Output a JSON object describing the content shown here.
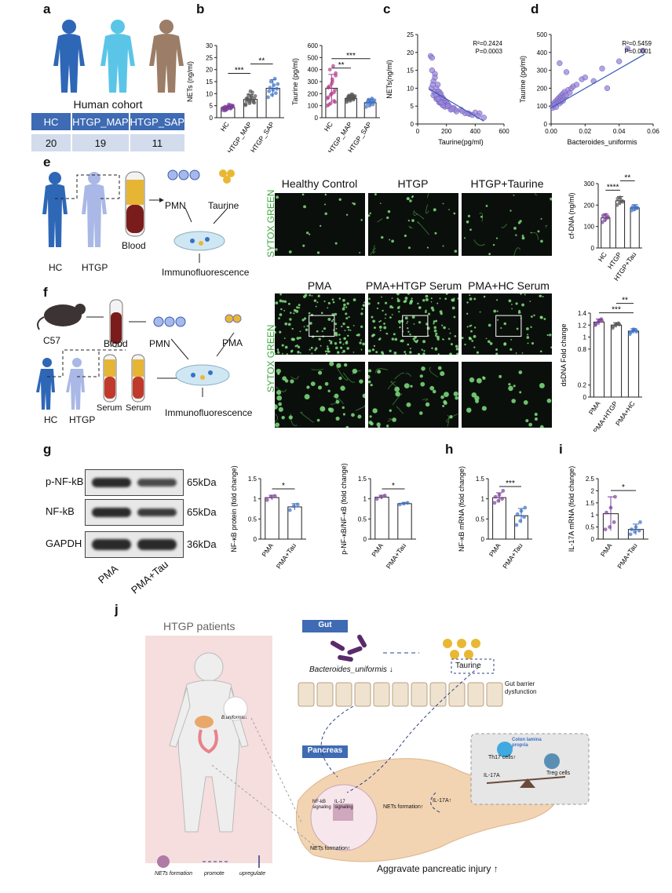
{
  "panels": {
    "a": "a",
    "b": "b",
    "c": "c",
    "d": "d",
    "e": "e",
    "f": "f",
    "g": "g",
    "h": "h",
    "i": "i",
    "j": "j"
  },
  "panel_a": {
    "cohort_title": "Human cohort",
    "headers": [
      "HC",
      "HTGP_MAP",
      "HTGP_SAP"
    ],
    "counts": [
      "20",
      "19",
      "11"
    ],
    "colors": {
      "hc": "#2f67b7",
      "map": "#5bc5e8",
      "sap": "#9c7d67"
    }
  },
  "panel_e": {
    "labels": {
      "pmn": "PMN",
      "taurine": "Taurine",
      "blood": "Blood",
      "hc": "HC",
      "htgp": "HTGP",
      "if": "Immunofluorescence"
    },
    "titles": [
      "Healthy Control",
      "HTGP",
      "HTGP+Taurine"
    ],
    "stain": "SYTOX GREEN"
  },
  "panel_f": {
    "labels": {
      "c57": "C57",
      "blood": "Blood",
      "pmn": "PMN",
      "pma": "PMA",
      "serum1": "Serum",
      "serum2": "Serum",
      "hc": "HC",
      "htgp": "HTGP",
      "if": "Immunofluorescence"
    },
    "titles": [
      "PMA",
      "PMA+HTGP Serum",
      "PMA+HC Serum"
    ],
    "stain": "SYTOX GREEN"
  },
  "panel_g": {
    "rows": [
      "p-NF-kB",
      "NF-kB",
      "GAPDH"
    ],
    "kda": [
      "65kDa",
      "65kDa",
      "36kDa"
    ],
    "lanes": [
      "PMA",
      "PMA+Tau"
    ]
  },
  "panel_j": {
    "title": "HTGP patients",
    "gut": "Gut",
    "pancreas": "Pancreas",
    "bacteria": "Bacteroides_uniformis ↓",
    "taurine": "Taurine",
    "barrier": "Gut barrier dysfunction",
    "bunif": "B.uniformis↓",
    "colon": "Colon lamina propria",
    "th17": "Th17 cells↑",
    "treg": "Treg cells",
    "il17a": "IL-17A",
    "il17a2": "IL-17A↑",
    "nfkb": "NF-kB signaling",
    "il17sig": "IL-17 signaling",
    "nets1": "NETs formation↑",
    "nets2": "NETs formation↑",
    "legend": [
      "NETs formation",
      "promote",
      "upregulate"
    ],
    "aggravate": "Aggravate pancreatic injury ↑"
  },
  "chart_data": [
    {
      "id": "b1",
      "type": "bar",
      "categories": [
        "HC",
        "HTGP_MAP",
        "HTGP_SAP"
      ],
      "values": [
        4.2,
        7.6,
        12.2
      ],
      "errors": [
        0.6,
        2.0,
        3.6
      ],
      "ylabel": "NETs (ng/ml)",
      "ylim": [
        0,
        30
      ],
      "yticks": [
        0,
        5,
        10,
        15,
        20,
        25,
        30
      ],
      "sig": [
        {
          "a": 0,
          "b": 1,
          "label": "***"
        },
        {
          "a": 1,
          "b": 2,
          "label": "**"
        }
      ],
      "colors": [
        "#7a3d9a",
        "#555555",
        "#3a6fc4"
      ],
      "points": [
        [
          3.1,
          3.5,
          3.8,
          4.0,
          4.2,
          4.4,
          4.6,
          4.8,
          5.0,
          3.3,
          3.9,
          4.1,
          4.5,
          5.2,
          3.6,
          4.3,
          4.7,
          3.0,
          5.5,
          4.9
        ],
        [
          5.2,
          6.0,
          6.5,
          7.0,
          7.4,
          7.8,
          8.2,
          8.6,
          9.0,
          9.5,
          10.5,
          5.6,
          6.8,
          7.2,
          8.0,
          11.0,
          6.2,
          7.6,
          8.8
        ],
        [
          8.5,
          9.5,
          10.2,
          11.0,
          11.5,
          12.0,
          12.5,
          13.5,
          14.0,
          15.0,
          16.2
        ]
      ]
    },
    {
      "id": "b2",
      "type": "bar",
      "categories": [
        "HC",
        "HTGP_MAP",
        "HTGP_SAP"
      ],
      "values": [
        245,
        160,
        125
      ],
      "errors": [
        115,
        25,
        30
      ],
      "ylabel": "Taurine  (pg/ml)",
      "ylim": [
        0,
        600
      ],
      "yticks": [
        0,
        100,
        200,
        300,
        400,
        500,
        600
      ],
      "sig": [
        {
          "a": 0,
          "b": 1,
          "label": "**"
        },
        {
          "a": 0,
          "b": 2,
          "label": "***"
        }
      ],
      "colors": [
        "#b23a8a",
        "#555555",
        "#3a6fc4"
      ],
      "points": [
        [
          100,
          120,
          140,
          170,
          200,
          230,
          260,
          300,
          350,
          400,
          430,
          160,
          190,
          210,
          250,
          280,
          130,
          110,
          320,
          370
        ],
        [
          130,
          140,
          150,
          155,
          160,
          165,
          170,
          175,
          180,
          185,
          190,
          145,
          150,
          158,
          162,
          168,
          172,
          178,
          195
        ],
        [
          90,
          100,
          110,
          120,
          125,
          130,
          135,
          140,
          145,
          150,
          160
        ]
      ]
    },
    {
      "id": "c",
      "type": "scatter",
      "xlabel": "Taurine(pg/ml)",
      "ylabel": "NETs(ng/ml)",
      "xlim": [
        0,
        600
      ],
      "ylim": [
        0,
        25
      ],
      "xticks": [
        0,
        200,
        400,
        600
      ],
      "yticks": [
        0,
        5,
        10,
        15,
        20,
        25
      ],
      "annotation": [
        "R²=0.2424",
        "P=0.0003"
      ],
      "fit": [
        [
          80,
          9.8
        ],
        [
          460,
          0.8
        ]
      ],
      "x": [
        90,
        100,
        110,
        120,
        130,
        140,
        150,
        160,
        170,
        180,
        190,
        200,
        210,
        220,
        100,
        120,
        140,
        160,
        180,
        200,
        230,
        250,
        270,
        300,
        330,
        360,
        400,
        430,
        110,
        130,
        150,
        170,
        190,
        95,
        115,
        135,
        155,
        175,
        105,
        125,
        145,
        165,
        260,
        310,
        350,
        380,
        420,
        460,
        210,
        240
      ],
      "y": [
        19,
        18.5,
        12,
        14,
        10,
        11,
        9,
        8,
        7.5,
        7,
        6.5,
        6,
        5.5,
        5,
        15,
        13,
        9,
        8.5,
        6,
        5,
        4,
        4.5,
        3.5,
        4,
        3,
        2.8,
        3.2,
        3,
        8,
        7,
        6,
        5.5,
        4.8,
        10,
        9,
        7.2,
        6.2,
        5.2,
        11,
        8.2,
        7,
        6,
        4,
        3.6,
        3,
        2.5,
        2.2,
        1.8,
        5,
        4.2
      ]
    },
    {
      "id": "d",
      "type": "scatter",
      "xlabel": "Bacteroides_uniformis",
      "ylabel": "Taurine  (pg/ml)",
      "xlim": [
        0,
        0.06
      ],
      "ylim": [
        0,
        500
      ],
      "xticks": [
        0.0,
        0.02,
        0.04,
        0.06
      ],
      "yticks": [
        0,
        100,
        200,
        300,
        400,
        500
      ],
      "annotation": [
        "R²=0.5459",
        "P=0.0001"
      ],
      "fit": [
        [
          0.0,
          90
        ],
        [
          0.055,
          390
        ]
      ],
      "x": [
        0.001,
        0.002,
        0.002,
        0.003,
        0.003,
        0.004,
        0.004,
        0.005,
        0.005,
        0.006,
        0.006,
        0.007,
        0.007,
        0.008,
        0.008,
        0.009,
        0.01,
        0.011,
        0.012,
        0.013,
        0.001,
        0.002,
        0.003,
        0.005,
        0.006,
        0.007,
        0.015,
        0.018,
        0.02,
        0.025,
        0.03,
        0.033,
        0.04,
        0.045,
        0.054,
        0.005,
        0.009
      ],
      "y": [
        100,
        110,
        120,
        115,
        130,
        125,
        140,
        135,
        150,
        145,
        160,
        150,
        170,
        155,
        180,
        160,
        190,
        175,
        200,
        210,
        90,
        105,
        95,
        115,
        125,
        130,
        220,
        250,
        260,
        240,
        310,
        200,
        350,
        420,
        410,
        340,
        290
      ]
    },
    {
      "id": "e",
      "type": "bar",
      "categories": [
        "HC",
        "HTGP",
        "HTGP+Tau"
      ],
      "values": [
        140,
        220,
        187
      ],
      "errors": [
        18,
        20,
        15
      ],
      "ylabel": "cf-DNA (ng/ml)",
      "ylim": [
        0,
        300
      ],
      "yticks": [
        0,
        100,
        200,
        300
      ],
      "sig": [
        {
          "a": 0,
          "b": 1,
          "label": "****"
        },
        {
          "a": 1,
          "b": 2,
          "label": "**"
        }
      ],
      "colors": [
        "#7a3d9a",
        "#555555",
        "#3a6fc4"
      ],
      "points": [
        [
          120,
          130,
          140,
          150,
          155,
          145
        ],
        [
          200,
          210,
          220,
          230,
          235,
          215
        ],
        [
          175,
          180,
          185,
          190,
          195,
          188
        ]
      ]
    },
    {
      "id": "f",
      "type": "bar",
      "categories": [
        "PMA",
        "PMA+HTGP",
        "PMA+HC"
      ],
      "values": [
        1.25,
        1.2,
        1.1
      ],
      "errors": [
        0.05,
        0.04,
        0.04
      ],
      "ylabel": "dsDNA Fold change",
      "ylim": [
        0,
        1.4
      ],
      "yticks": [
        0.0,
        0.2,
        0.8,
        1.0,
        1.2,
        1.4
      ],
      "sig": [
        {
          "a": 0,
          "b": 2,
          "label": "***"
        },
        {
          "a": 1,
          "b": 2,
          "label": "**"
        }
      ],
      "colors": [
        "#7a3d9a",
        "#555555",
        "#3a6fc4"
      ],
      "points": [
        [
          1.2,
          1.25,
          1.3,
          1.22,
          1.28,
          1.27
        ],
        [
          1.15,
          1.2,
          1.23,
          1.18,
          1.22,
          1.21
        ],
        [
          1.05,
          1.1,
          1.12,
          1.08,
          1.13,
          1.09
        ]
      ]
    },
    {
      "id": "g1",
      "type": "bar",
      "categories": [
        "PMA",
        "PMA+Tau"
      ],
      "values": [
        1.03,
        0.8
      ],
      "errors": [
        0.06,
        0.08
      ],
      "ylabel": "NF-κB protein (fold change)",
      "ylim": [
        0,
        1.5
      ],
      "yticks": [
        0.0,
        0.5,
        1.0,
        1.5
      ],
      "sig": [
        {
          "a": 0,
          "b": 1,
          "label": "*"
        }
      ],
      "colors": [
        "#7a3d9a",
        "#3a6fc4"
      ],
      "points": [
        [
          0.97,
          1.05,
          1.07
        ],
        [
          0.72,
          0.82,
          0.86
        ]
      ]
    },
    {
      "id": "g2",
      "type": "bar",
      "categories": [
        "PMA",
        "PMA+Tau"
      ],
      "values": [
        1.04,
        0.88
      ],
      "errors": [
        0.05,
        0.03
      ],
      "ylabel": "p-NF-κB/NF-κB (fold change)",
      "ylim": [
        0,
        1.5
      ],
      "yticks": [
        0.0,
        0.5,
        1.0,
        1.5
      ],
      "sig": [
        {
          "a": 0,
          "b": 1,
          "label": "*"
        }
      ],
      "colors": [
        "#7a3d9a",
        "#3a6fc4"
      ],
      "points": [
        [
          1.0,
          1.05,
          1.08
        ],
        [
          0.86,
          0.88,
          0.9
        ]
      ]
    },
    {
      "id": "h",
      "type": "bar",
      "categories": [
        "PMA",
        "PMA+Tau"
      ],
      "values": [
        1.03,
        0.58
      ],
      "errors": [
        0.12,
        0.18
      ],
      "ylabel": "NF-κB mRNA (fold change)",
      "ylim": [
        0,
        1.5
      ],
      "yticks": [
        0.0,
        0.5,
        1.0,
        1.5
      ],
      "sig": [
        {
          "a": 0,
          "b": 1,
          "label": "***"
        }
      ],
      "colors": [
        "#7a3d9a",
        "#3a6fc4"
      ],
      "points": [
        [
          0.9,
          0.95,
          1.0,
          1.05,
          1.1,
          1.2
        ],
        [
          0.35,
          0.45,
          0.55,
          0.62,
          0.7,
          0.78
        ]
      ]
    },
    {
      "id": "i",
      "type": "bar",
      "categories": [
        "PMA",
        "PMA+Tau"
      ],
      "values": [
        1.05,
        0.4
      ],
      "errors": [
        0.7,
        0.22
      ],
      "ylabel": "IL-17A mRNA (fold change)",
      "ylim": [
        0,
        2.5
      ],
      "yticks": [
        0.0,
        0.5,
        1.0,
        1.5,
        2.0,
        2.5
      ],
      "sig": [
        {
          "a": 0,
          "b": 1,
          "label": "*"
        }
      ],
      "colors": [
        "#7a3d9a",
        "#3a6fc4"
      ],
      "points": [
        [
          0.4,
          0.5,
          0.7,
          1.1,
          1.3,
          1.75
        ],
        [
          0.2,
          0.3,
          0.35,
          0.4,
          0.5,
          0.7
        ]
      ]
    }
  ]
}
